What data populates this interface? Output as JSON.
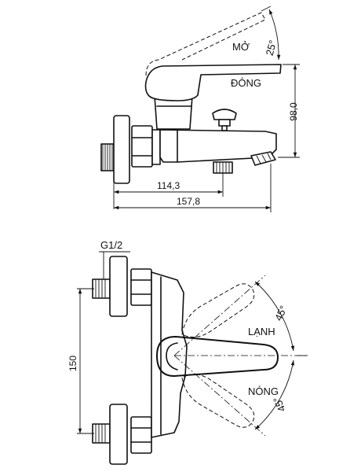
{
  "top_view": {
    "label_open": "MỞ",
    "label_closed": "ĐÓNG",
    "angle_lever": "25°",
    "dim_height": "98,0",
    "dim_spout_outlet": "114,3",
    "dim_total_length": "157,8"
  },
  "bottom_view": {
    "label_thread": "G1/2",
    "label_cold": "LẠNH",
    "label_hot": "NÓNG",
    "angle_cold": "45°",
    "angle_hot": "45°",
    "dim_center_distance": "150"
  }
}
